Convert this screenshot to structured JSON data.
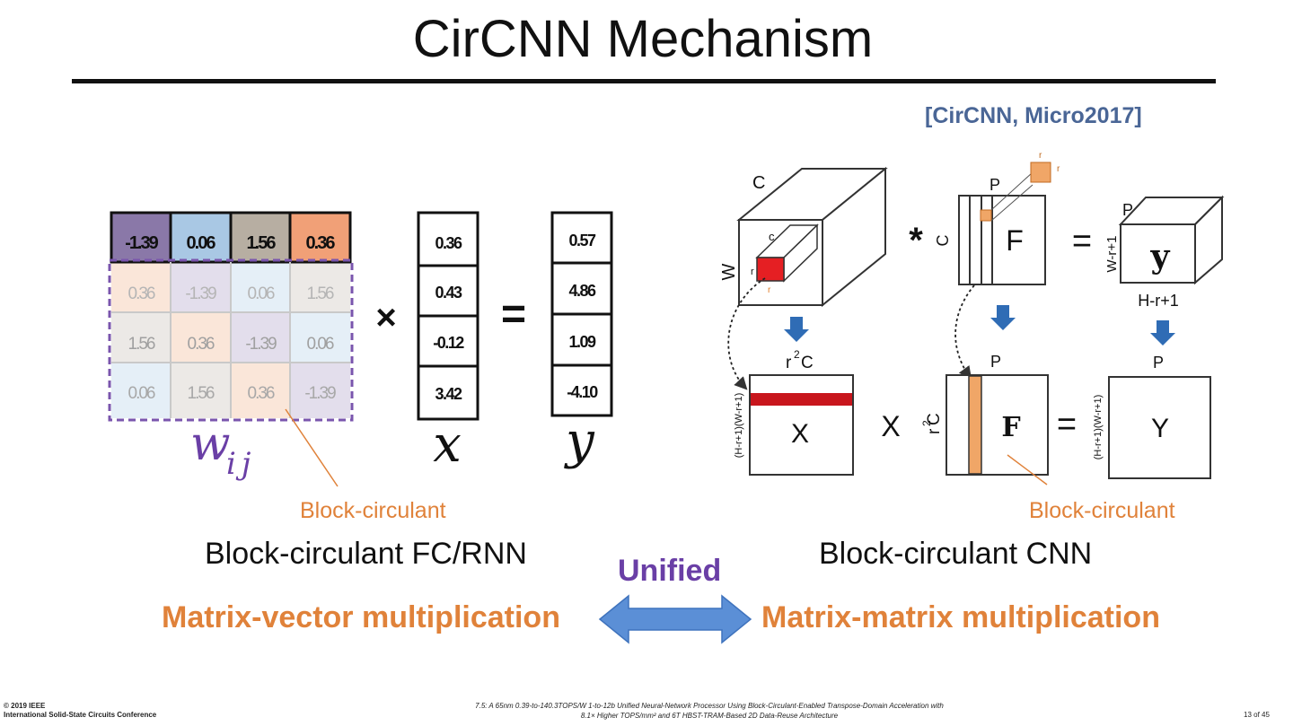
{
  "title": "CirCNN Mechanism",
  "reference": "[CirCNN, Micro2017]",
  "fc": {
    "matrix_rows": [
      [
        "-1.39",
        "0.06",
        "1.56",
        "0.36"
      ],
      [
        "0.36",
        "-1.39",
        "0.06",
        "1.56"
      ],
      [
        "1.56",
        "0.36",
        "-1.39",
        "0.06"
      ],
      [
        "0.06",
        "1.56",
        "0.36",
        "-1.39"
      ]
    ],
    "times_symbol": "×",
    "equals_symbol": "=",
    "x_vector": [
      "0.36",
      "0.43",
      "-0.12",
      "3.42"
    ],
    "y_vector": [
      "0.57",
      "4.86",
      "1.09",
      "-4.10"
    ],
    "w_label": "w",
    "w_sub": "ij",
    "x_label": "x",
    "y_label": "y",
    "block_circulant": "Block-circulant",
    "caption": "Block-circulant FC/RNN"
  },
  "cnn": {
    "cube_c": "C",
    "cube_w": "W",
    "small_c": "c",
    "small_r": "r",
    "conv_symbol": "*",
    "filter_p": "P",
    "filter_c": "C",
    "filter_f": "F",
    "tiny_r": "r",
    "eq1": "=",
    "out_p": "P",
    "out_w": "W-r+1",
    "out_h": "H-r+1",
    "out_y": "y",
    "r2c": "r",
    "r2c_exp": "2",
    "r2c_c": "C",
    "x_side": "(H-r+1)(W-r+1)",
    "x_big": "X",
    "times_x": "X",
    "f_r2c": "r",
    "f_r2c_exp": "2",
    "f_r2c_c": "C",
    "f_p": "P",
    "f_big": "F",
    "eq2": "=",
    "y_side": "(H-r+1)(W-r+1)",
    "y_p": "P",
    "y_big": "Y",
    "block_circulant": "Block-circulant",
    "caption": "Block-circulant CNN"
  },
  "unified": "Unified",
  "matrix_vector": "Matrix-vector multiplication",
  "matrix_matrix": "Matrix-matrix multiplication",
  "footer": {
    "left_line1": "© 2019 IEEE",
    "left_line2": "International Solid-State Circuits Conference",
    "center_line1": "7.5: A 65nm 0.39-to-140.3TOPS/W 1-to-12b Unified Neural-Network Processor Using Block-Circulant-Enabled Transpose-Domain Acceleration with",
    "center_line2": "8.1× Higher TOPS/mm² and 6T HBST-TRAM-Based 2D Data-Reuse Architecture",
    "page": "13 of 45"
  },
  "colors": {
    "accent_orange": "#e0823a",
    "accent_purple": "#6a3fa6",
    "ref_blue": "#4a6696",
    "arrow_blue": "#5b8fd6",
    "down_arrow_blue": "#2f6cb5",
    "red_bar": "#c8161d"
  }
}
